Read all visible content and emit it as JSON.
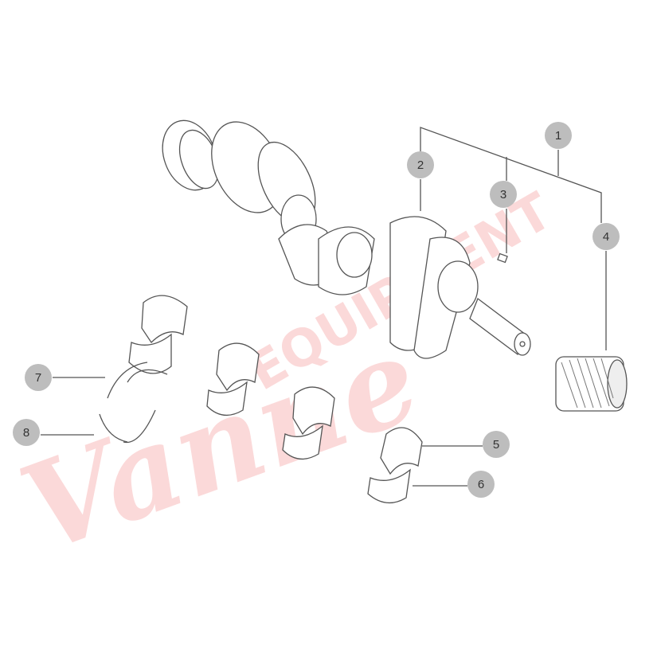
{
  "diagram": {
    "title": "Crankshaft assembly exploded view",
    "callouts": [
      {
        "label": "1",
        "part": "crankshaft-assembly"
      },
      {
        "label": "2",
        "part": "crankshaft"
      },
      {
        "label": "3",
        "part": "key"
      },
      {
        "label": "4",
        "part": "gear"
      },
      {
        "label": "5",
        "part": "main-bearing-upper"
      },
      {
        "label": "6",
        "part": "main-bearing-lower"
      },
      {
        "label": "7",
        "part": "thrust-washer-upper"
      },
      {
        "label": "8",
        "part": "thrust-washer-lower"
      }
    ],
    "line_color": "#555555",
    "callout_color": "#bdbdbd"
  },
  "watermark": {
    "script": "Vanne",
    "block": "EQUIPMENT",
    "color": "#f07878"
  }
}
